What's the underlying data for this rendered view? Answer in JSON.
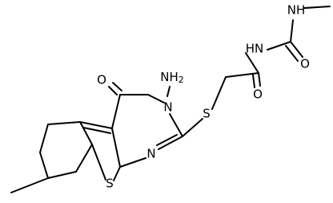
{
  "diagram": {
    "type": "chemical-structure",
    "atom_labels": {
      "amino": "NH",
      "amino_subscript": "2",
      "n3": "N",
      "o_ring": "O",
      "n1": "N",
      "s_thio": "S",
      "s_ring": "S",
      "o_amide": "O",
      "hn_amide": "HN",
      "o_urea": "O",
      "nh_methyl": "NH"
    },
    "colors": {
      "bond": "#000000",
      "label": "#000000",
      "background": "#ffffff"
    }
  }
}
